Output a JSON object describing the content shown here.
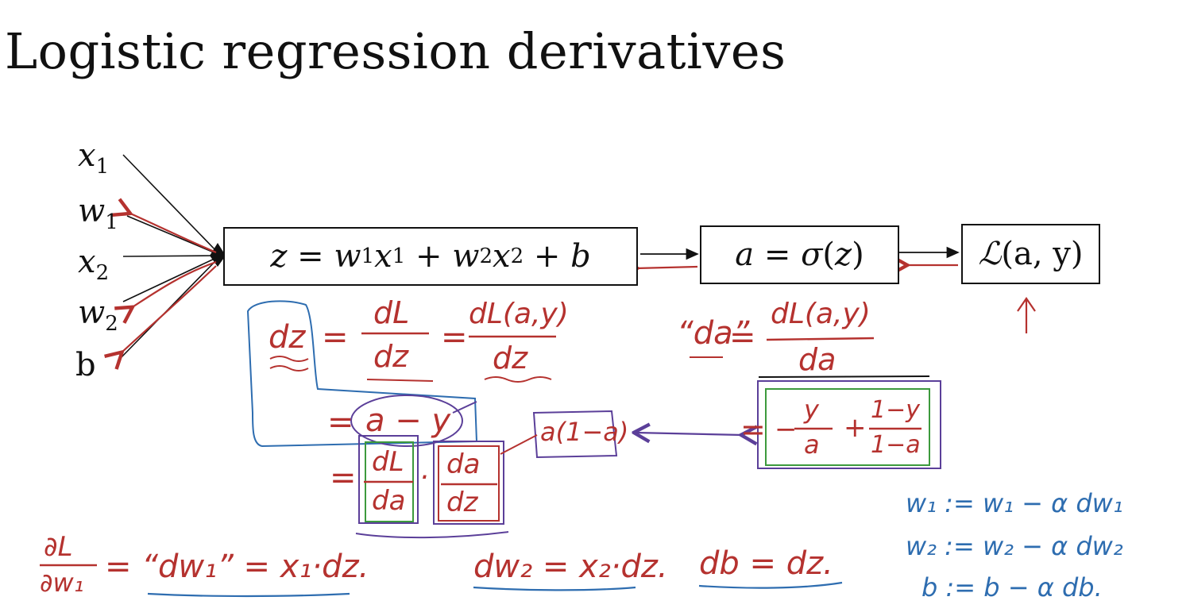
{
  "slide": {
    "title": "Logistic regression derivatives"
  },
  "inputs": {
    "x1": "x",
    "x1_sub": "1",
    "w1": "w",
    "w1_sub": "1",
    "x2": "x",
    "x2_sub": "2",
    "w2": "w",
    "w2_sub": "2",
    "b": "b"
  },
  "boxes": {
    "z_box": {
      "z": "z",
      "eq": " = ",
      "w1": "w",
      "w1_sub": "1",
      "x1": "x",
      "x1_sub": "1",
      "plus1": " + ",
      "w2": "w",
      "w2_sub": "2",
      "x2": "x",
      "x2_sub": "2",
      "plus2": " + ",
      "b": "b"
    },
    "a_box": {
      "a": "a",
      "eq": " = ",
      "sigma": "σ",
      "open": "(",
      "z": "z",
      "close": ")"
    },
    "loss_box": {
      "L": "ℒ",
      "args": "(a, y)"
    }
  },
  "annotations": {
    "dz": "dz",
    "eq": "=",
    "dL": "dL",
    "dz_den": "dz",
    "dLay": "dL(a,y)",
    "dz_den2": "dz",
    "da_quote": "“da”",
    "dLay2": "dL(a,y)",
    "da_den": "da",
    "a_minus_y": "a − y",
    "a_one_minus_a": "a(1−a)",
    "dL_da_num": "dL",
    "dL_da_den": "da",
    "dot": "·",
    "da_dz_num": "da",
    "da_dz_den": "dz",
    "neg": "−",
    "y_num": "y",
    "a_den": "a",
    "plus": "+",
    "one_minus_y": "1−y",
    "one_minus_a": "1−a",
    "partial_L": "∂L",
    "partial_w1": "∂w₁",
    "dw1_eq": "= “dw₁” = x₁·dz.",
    "dw2_eq": "dw₂ = x₂·dz.",
    "db_eq": "db = dz."
  },
  "updates": {
    "line1": "w₁ := w₁ − α dw₁",
    "line2": "w₂ := w₂ − α dw₂",
    "line3": "b := b − α db."
  },
  "colors": {
    "ink": "#111111",
    "red": "#b5322f",
    "blue": "#2e6db0",
    "purple": "#5b3f99",
    "green": "#3d9a3d"
  }
}
